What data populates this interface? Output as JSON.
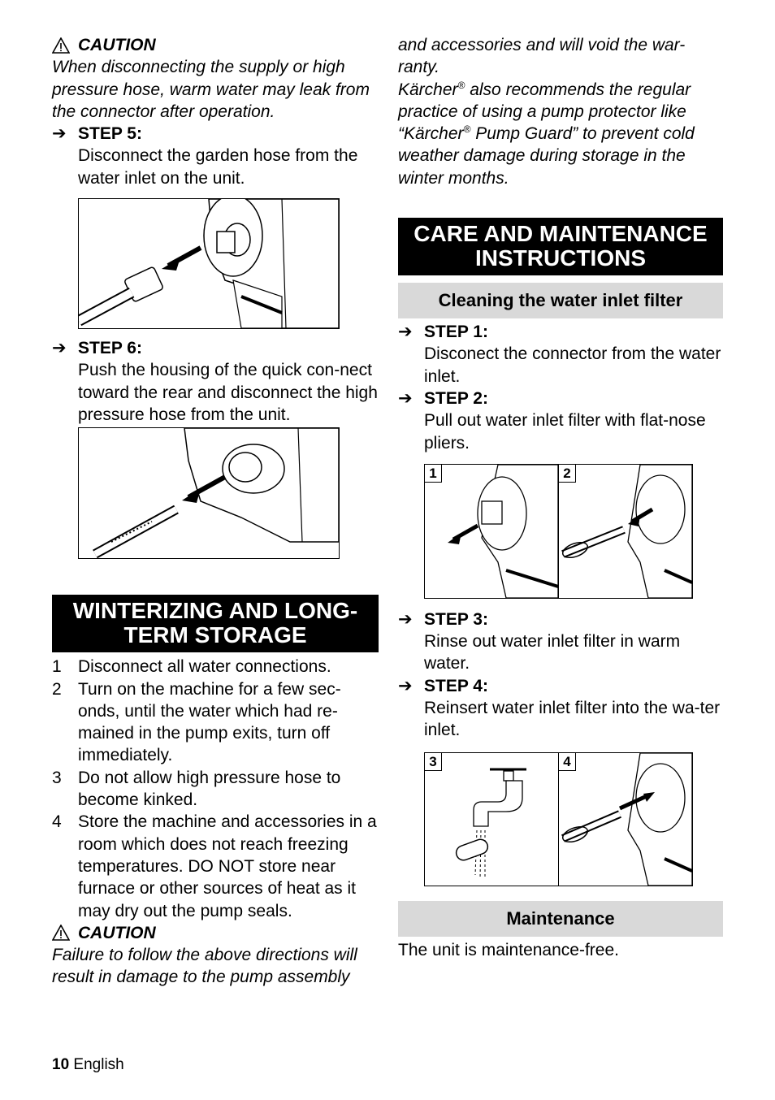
{
  "left": {
    "caution1": {
      "label": "CAUTION",
      "text": "When disconnecting the supply or high pressure hose, warm water may leak from the connector after operation."
    },
    "step5": {
      "label": "STEP 5:",
      "text": "Disconnect the garden hose from the water inlet on the unit."
    },
    "step6": {
      "label": "STEP 6:",
      "text": "Push the housing of the quick con-nect toward the rear and disconnect the high pressure hose from the unit."
    },
    "winterizing": {
      "heading": "WINTERIZING AND LONG-TERM STORAGE",
      "items": [
        {
          "num": "1",
          "text": "Disconnect all water connections."
        },
        {
          "num": "2",
          "text": "Turn on the machine for a few sec-onds, until the water which had re-mained in the pump exits, turn off immediately."
        },
        {
          "num": "3",
          "text": "Do not allow high pressure hose to become kinked."
        },
        {
          "num": "4",
          "text": "Store the machine and accessories in a room which does not reach freezing temperatures. DO NOT store near furnace or other sources of heat as it may dry out the pump seals."
        }
      ]
    },
    "caution2": {
      "label": "CAUTION",
      "text": "Failure to follow the above directions will result in damage to the pump assembly"
    }
  },
  "right": {
    "continuation": "and accessories and will void the war-ranty.",
    "karcher_pre": "Kärcher",
    "karcher_mid": " also recommends the regular practice of using a pump protector like “Kärcher",
    "karcher_post": " Pump Guard” to prevent cold weather damage during storage in the winter months.",
    "reg": "®",
    "care": {
      "heading": "CARE AND MAINTENANCE INSTRUCTIONS",
      "sub": "Cleaning the water inlet filter",
      "steps": [
        {
          "label": "STEP 1:",
          "text": "Disconect the connector from the water inlet."
        },
        {
          "label": "STEP 2:",
          "text": "Pull out water inlet filter with flat-nose pliers."
        },
        {
          "label": "STEP 3:",
          "text": "Rinse out water inlet filter in warm water."
        },
        {
          "label": "STEP 4:",
          "text": "Reinsert water inlet filter into the wa-ter inlet."
        }
      ],
      "fig_tags": [
        "1",
        "2",
        "3",
        "4"
      ]
    },
    "maintenance": {
      "heading": "Maintenance",
      "text": "The unit is maintenance-free."
    }
  },
  "footer": {
    "page": "10",
    "lang": "English"
  }
}
